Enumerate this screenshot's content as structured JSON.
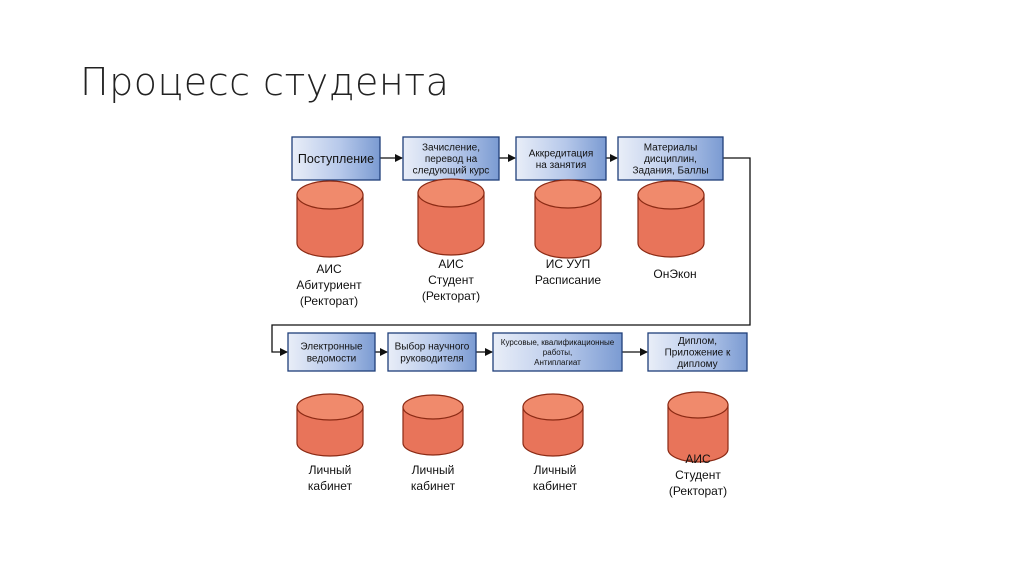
{
  "slide": {
    "title": "Процесс студента"
  },
  "diagram": {
    "row1_steps": [
      {
        "lines": [
          "Поступление"
        ]
      },
      {
        "lines": [
          "Зачисление,",
          "перевод на",
          "следующий курс"
        ]
      },
      {
        "lines": [
          "Аккредитация",
          "на занятия"
        ]
      },
      {
        "lines": [
          "Материалы",
          "дисциплин,",
          "Задания, Баллы"
        ]
      }
    ],
    "row1_systems": [
      {
        "lines": [
          "АИС",
          "Абитуриент",
          "(Ректорат)"
        ]
      },
      {
        "lines": [
          "АИС",
          "Студент",
          "(Ректорат)"
        ]
      },
      {
        "lines": [
          "ИС УУП",
          "Расписание"
        ]
      },
      {
        "lines": [
          "ОнЭкон"
        ]
      }
    ],
    "row2_steps": [
      {
        "lines": [
          "Электронные",
          "ведомости"
        ]
      },
      {
        "lines": [
          "Выбор научного",
          "руководителя"
        ]
      },
      {
        "lines": [
          "Курсовые, квалификационные",
          "работы,",
          "Антиплагиат"
        ]
      },
      {
        "lines": [
          "Диплом,",
          "Приложение к",
          "диплому"
        ]
      }
    ],
    "row2_systems": [
      {
        "lines": [
          "Личный",
          "кабинет"
        ]
      },
      {
        "lines": [
          "Личный",
          "кабинет"
        ]
      },
      {
        "lines": [
          "Личный",
          "кабинет"
        ]
      },
      {
        "lines": [
          "АИС",
          "Студент",
          "(Ректорат)"
        ]
      }
    ],
    "colors": {
      "box_top": "#e9eef8",
      "box_bottom": "#7b9bd2",
      "box_stroke": "#1f3f7a",
      "cylinder": "#e8745a"
    }
  }
}
